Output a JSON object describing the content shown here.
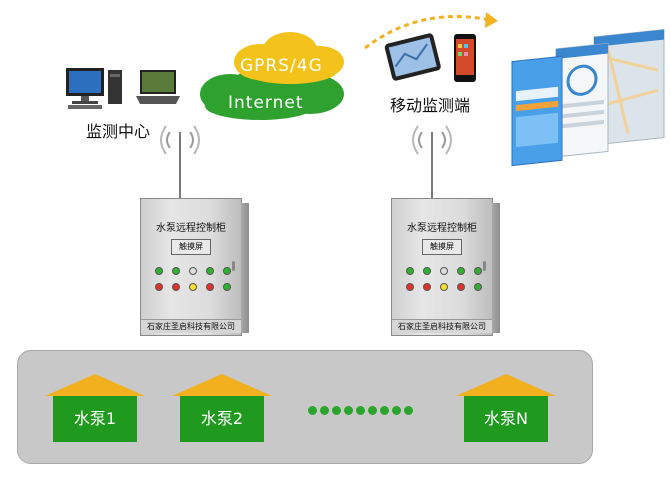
{
  "network": {
    "cloud_top_label": "GPRS/4G",
    "cloud_bottom_label": "Internet"
  },
  "monitoring_center": {
    "label": "监测中心"
  },
  "mobile": {
    "label": "移动监测端"
  },
  "cabinets": [
    {
      "title": "水泵远程控制柜",
      "screen": "触摸屏",
      "company": "石家庄圣启科技有限公司"
    },
    {
      "title": "水泵远程控制柜",
      "screen": "触摸屏",
      "company": "石家庄圣启科技有限公司"
    }
  ],
  "pumps": [
    {
      "label": "水泵1"
    },
    {
      "label": "水泵2"
    },
    {
      "label": "水泵N"
    }
  ],
  "colors": {
    "pump_body": "#1f9a1f",
    "pump_roof": "#f2b01e",
    "cloud_green": "#2fa12f",
    "cloud_yellow": "#f3c21b"
  }
}
